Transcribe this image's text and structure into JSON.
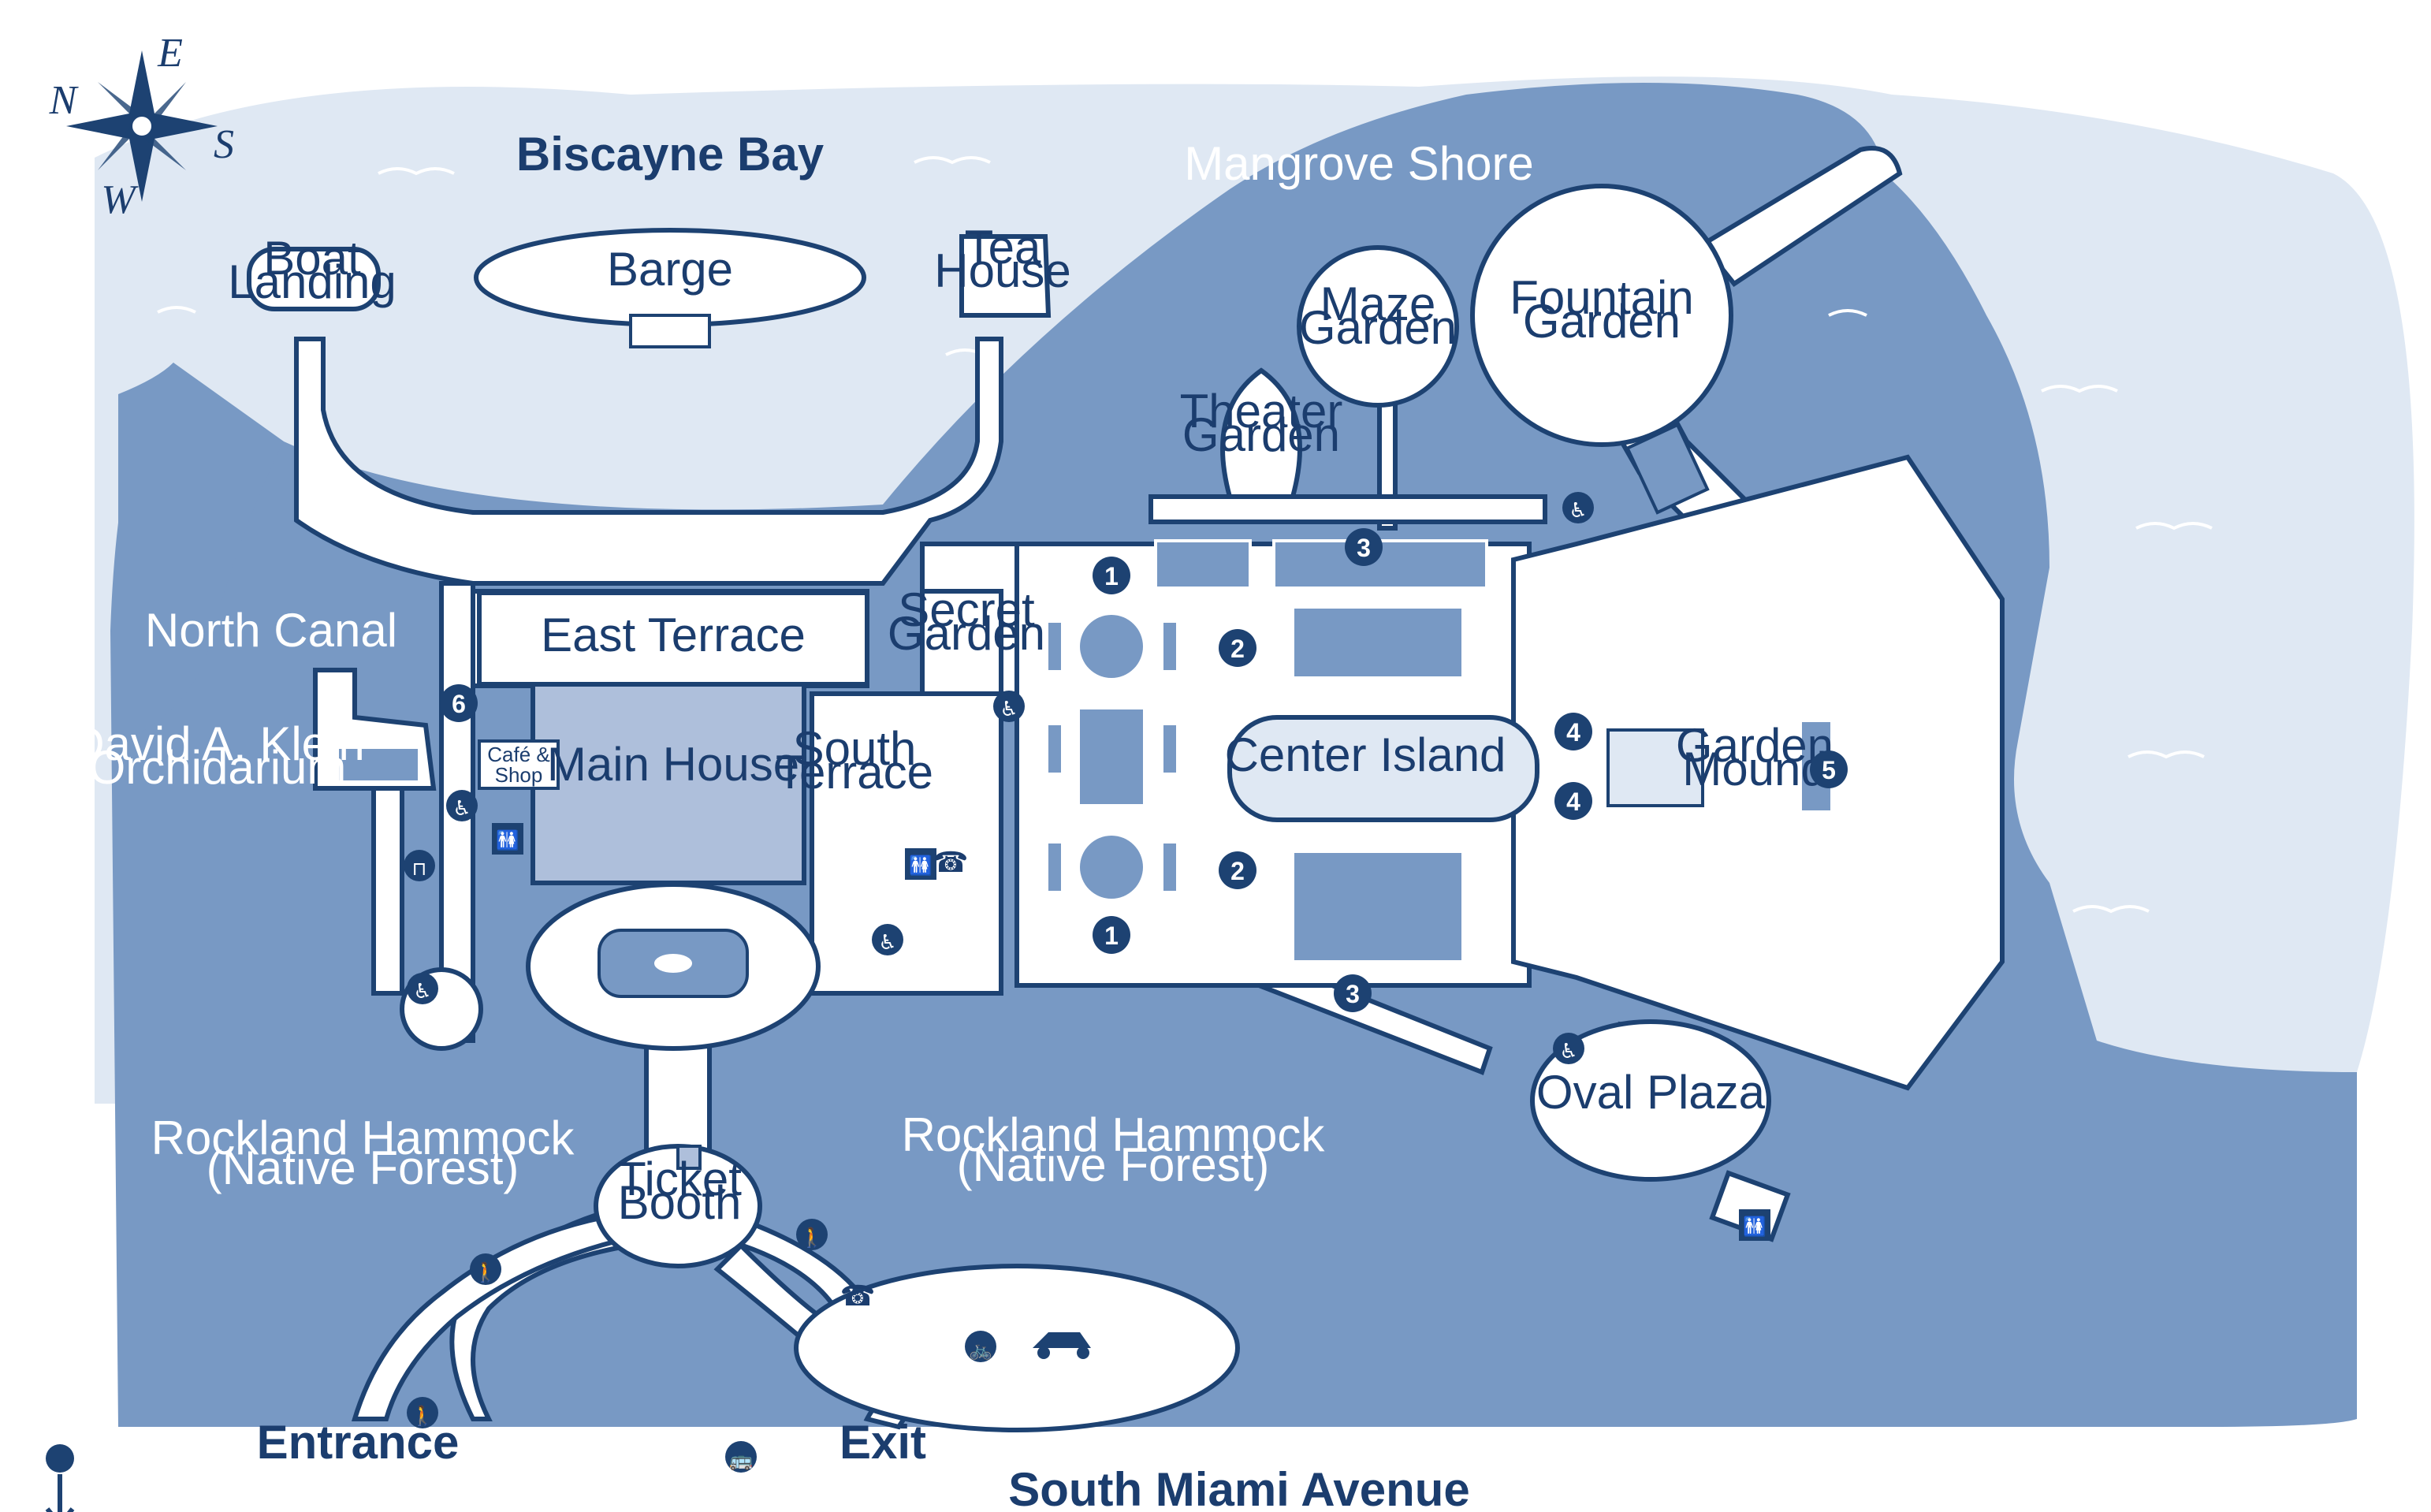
{
  "compass": {
    "n": "N",
    "e": "E",
    "s": "S",
    "w": "W"
  },
  "water": {
    "biscayne_bay": "Biscayne Bay",
    "mangrove_shore": "Mangrove Shore",
    "north_canal": "North Canal"
  },
  "places": {
    "barge": "Barge",
    "boat_landing": [
      "Boat",
      "Landing"
    ],
    "tea_house": [
      "Tea",
      "House"
    ],
    "maze_garden": [
      "Maze",
      "Garden"
    ],
    "fountain_garden": [
      "Fountain",
      "Garden"
    ],
    "theater_garden": [
      "Theater",
      "Garden"
    ],
    "secret_garden": [
      "Secret",
      "Garden"
    ],
    "east_terrace": "East Terrace",
    "main_house": "Main House",
    "cafe_shop": [
      "Café &",
      "Shop"
    ],
    "south_terrace": [
      "South",
      "Terrace"
    ],
    "orchidarium": [
      "David A. Klein",
      "Orchidarium"
    ],
    "center_island": "Center Island",
    "garden_mound": [
      "Garden",
      "Mound"
    ],
    "oval_plaza": "Oval Plaza",
    "rockland_hammock_w": [
      "Rockland Hammock",
      "(Native Forest)"
    ],
    "rockland_hammock_e": [
      "Rockland Hammock",
      "(Native Forest)"
    ],
    "ticket_booth": [
      "Ticket",
      "Booth"
    ]
  },
  "street": {
    "entrance": "Entrance",
    "exit": "Exit",
    "south_miami_avenue": "South Miami Avenue"
  },
  "markers": {
    "m1": "1",
    "m2": "2",
    "m3": "3",
    "m4": "4",
    "m5": "5",
    "m6": "6"
  },
  "icons": [
    "compass-rose-icon",
    "wheelchair-icon",
    "restroom-icon",
    "picnic-table-icon",
    "pedestrian-icon",
    "bicycle-icon",
    "car-icon",
    "bus-icon",
    "phone-icon",
    "north-arrow-icon"
  ],
  "colors": {
    "water": "#7899c4",
    "bay": "#dfe8f3",
    "path": "#ffffff",
    "outline": "#1d4272",
    "house": "#aebfdb"
  }
}
